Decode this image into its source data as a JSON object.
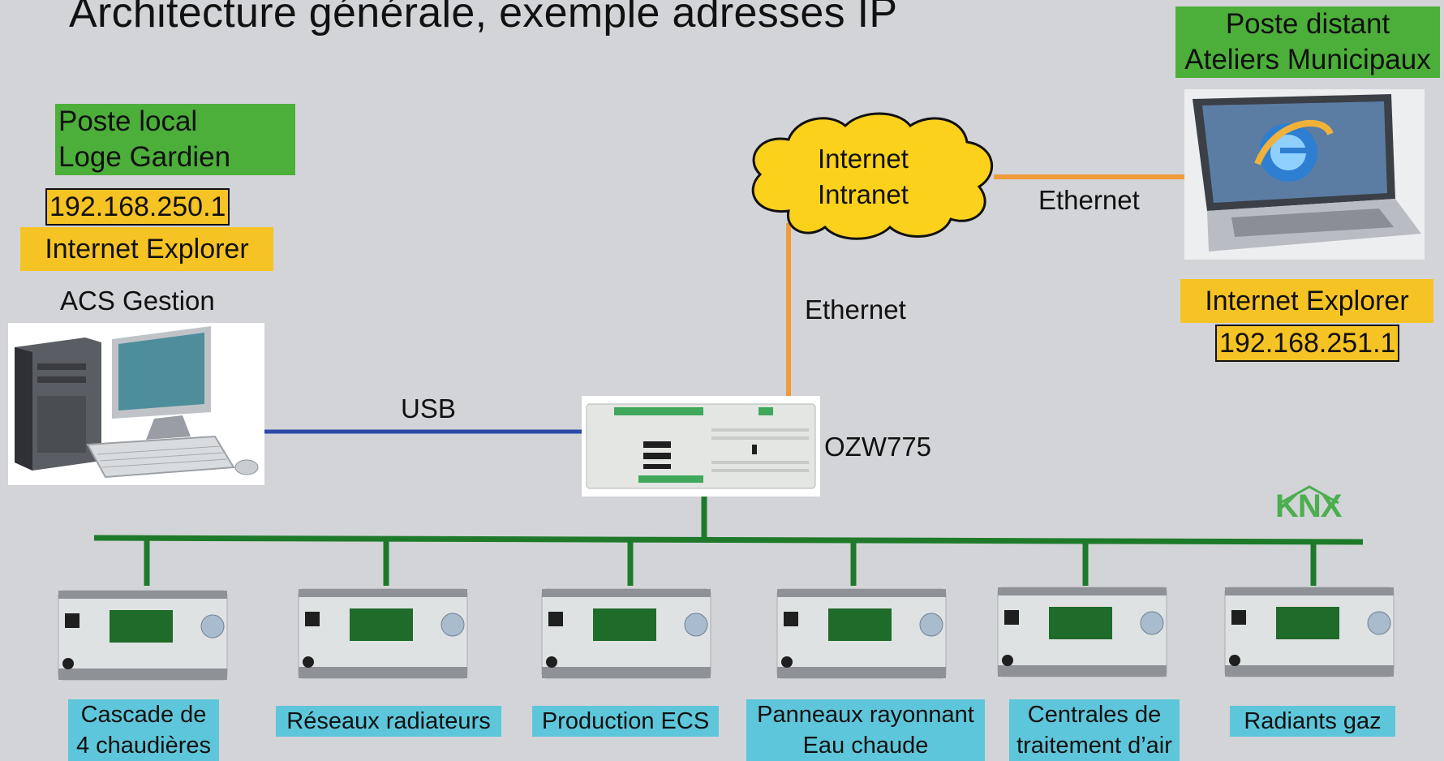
{
  "title": "Architecture générale, exemple adresses IP",
  "local": {
    "label_line1": "Poste local",
    "label_line2": "Loge Gardien",
    "ip": "192.168.250.1",
    "browser": "Internet Explorer",
    "software": "ACS Gestion"
  },
  "remote": {
    "label_line1": "Poste distant",
    "label_line2": "Ateliers Municipaux",
    "browser": "Internet Explorer",
    "ip": "192.168.251.1"
  },
  "cloud": {
    "line1": "Internet",
    "line2": "Intranet"
  },
  "links": {
    "usb": "USB",
    "ethernet_vertical": "Ethernet",
    "ethernet_horizontal": "Ethernet"
  },
  "gateway": {
    "name": "OZW775"
  },
  "bus": {
    "logo": "KNX"
  },
  "controllers": [
    {
      "line1": "Cascade de",
      "line2": "4 chaudières"
    },
    {
      "line1": "Réseaux radiateurs",
      "line2": ""
    },
    {
      "line1": "Production ECS",
      "line2": ""
    },
    {
      "line1": "Panneaux rayonnant",
      "line2": "Eau chaude"
    },
    {
      "line1": "Centrales de",
      "line2": "traitement d’air"
    },
    {
      "line1": "Radiants gaz",
      "line2": ""
    }
  ],
  "colors": {
    "background": "#d3d4d8",
    "green_label": "#4caf3a",
    "yellow_label": "#f6c324",
    "cyan_label": "#5ec6da",
    "bus_green": "#1e7a2a",
    "usb_blue": "#2b4aa8",
    "ethernet_orange": "#f19a3a",
    "cloud_yellow": "#fbd11c"
  }
}
